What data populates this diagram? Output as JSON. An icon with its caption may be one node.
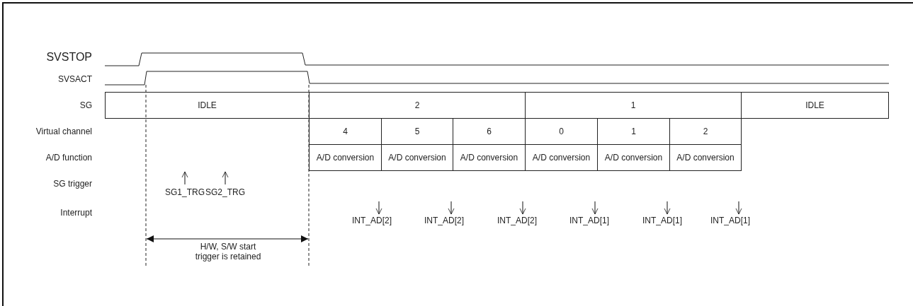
{
  "diagram": {
    "nodes": [
      {
        "text": [
          "IDLE"
        ]
      },
      {
        "text": [
          "2"
        ]
      },
      {
        "text": [
          "1"
        ]
      },
      {
        "text": [
          "IDLE"
        ]
      },
      {
        "text": [
          "4"
        ]
      },
      {
        "text": [
          "5"
        ]
      },
      {
        "text": [
          "6"
        ]
      },
      {
        "text": [
          "0"
        ]
      },
      {
        "text": [
          "1"
        ]
      },
      {
        "text": [
          "2"
        ]
      },
      {
        "text": [
          "A/D conversion"
        ]
      },
      {
        "text": [
          "A/D conversion"
        ]
      },
      {
        "text": [
          "A/D conversion"
        ]
      },
      {
        "text": [
          "A/D conversion"
        ]
      },
      {
        "text": [
          "A/D conversion"
        ]
      },
      {
        "text": [
          "A/D conversion"
        ]
      }
    ],
    "edges": [],
    "labels": [
      "SVSTOP",
      "SVSACT",
      "SG",
      "Virtual channel",
      "A/D function",
      "SG trigger",
      "SG1_TRG",
      "SG2_TRG",
      "Interrupt",
      "INT_AD[2]",
      "INT_AD[2]",
      "INT_AD[2]",
      "INT_AD[1]",
      "INT_AD[1]",
      "INT_AD[1]",
      "H/W, S/W start trigger is retained"
    ]
  }
}
